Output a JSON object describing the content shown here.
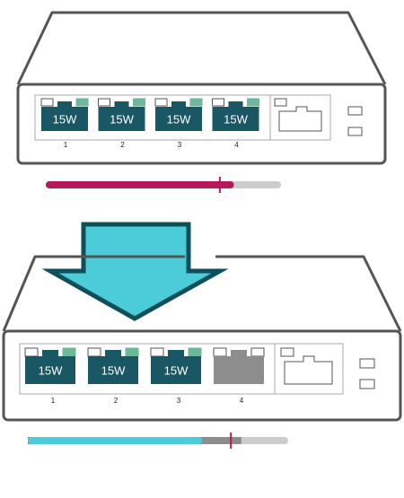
{
  "colors": {
    "outline": "#555555",
    "port_teal": "#1a5765",
    "led_green": "#6db79a",
    "inactive_port": "#8d8d8d",
    "arrow_fill": "#4ccbd8",
    "arrow_stroke": "#0f4f5c",
    "bar_top_fill": "#b5195b",
    "bar_bottom_fill": "#4ccbd8",
    "bar_track": "#cccccc",
    "bar_reserved": "#8d8d8d",
    "marker_top": "#b5195b",
    "marker_bottom": "#b5195b"
  },
  "top_switch": {
    "ports": [
      {
        "label": "15W",
        "number": "1",
        "active": true
      },
      {
        "label": "15W",
        "number": "2",
        "active": true
      },
      {
        "label": "15W",
        "number": "3",
        "active": true
      },
      {
        "label": "15W",
        "number": "4",
        "active": true
      }
    ],
    "power_bar": {
      "fill_fraction": 0.8,
      "marker_fraction": 0.74
    }
  },
  "bottom_switch": {
    "ports": [
      {
        "label": "15W",
        "number": "1",
        "active": true
      },
      {
        "label": "15W",
        "number": "2",
        "active": true
      },
      {
        "label": "15W",
        "number": "3",
        "active": true
      },
      {
        "label": "",
        "number": "4",
        "active": false
      }
    ],
    "power_bar": {
      "fill_fraction": 0.67,
      "reserved_fraction": 0.82,
      "marker_fraction": 0.78
    }
  },
  "icons": {
    "arrow": "down-arrow-icon",
    "uplink": "ethernet-port-icon",
    "leds": "status-led-icon"
  }
}
